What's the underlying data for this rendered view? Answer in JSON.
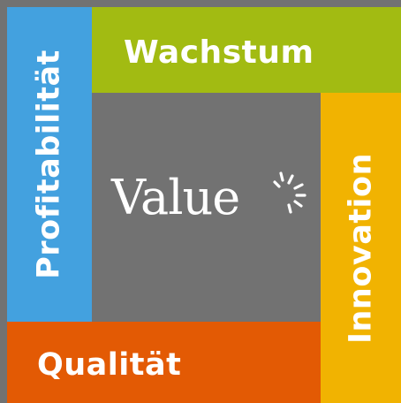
{
  "diagram": {
    "center": {
      "label": "Value"
    },
    "top": {
      "label": "Wachstum"
    },
    "left": {
      "label": "Profitabilität"
    },
    "right": {
      "label": "Innovation"
    },
    "bottom": {
      "label": "Qualität"
    }
  },
  "colors": {
    "background": "#727272",
    "wachstum": "#a2bb12",
    "profitabilitaet": "#43a1df",
    "innovation": "#f1b301",
    "qualitaet": "#e35a04",
    "text": "#ffffff"
  },
  "icons": {
    "sparkle": "sparkle-icon"
  }
}
